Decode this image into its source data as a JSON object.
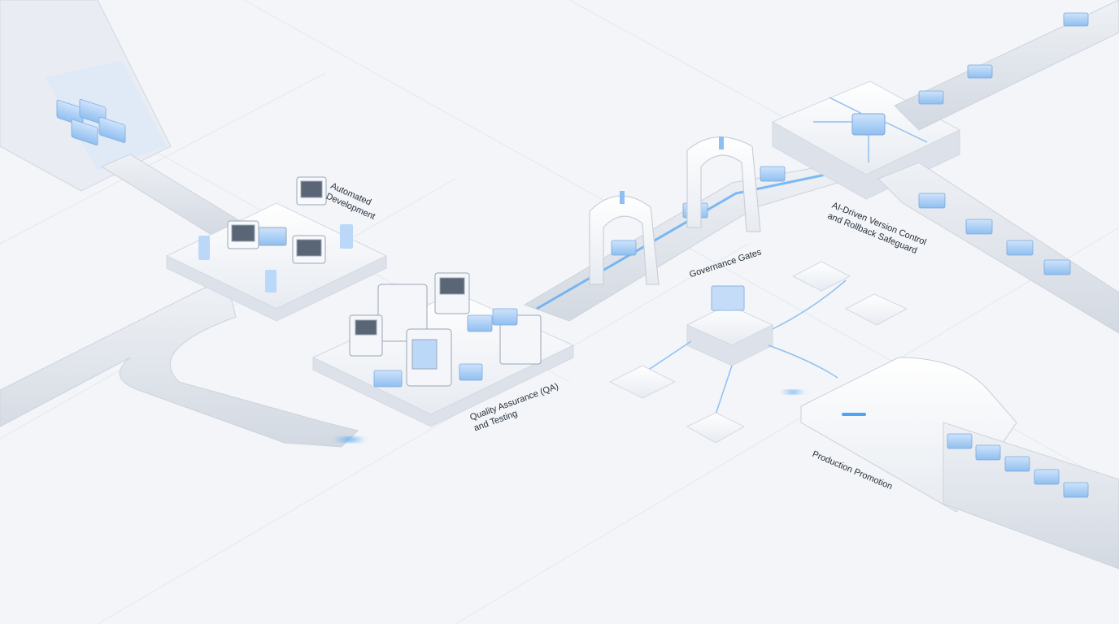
{
  "stages": {
    "development": {
      "line1": "Automated",
      "line2": "Development"
    },
    "qa": {
      "line1": "Quality Assurance (QA)",
      "line2": "and Testing"
    },
    "governance": {
      "line1": "Governance Gates"
    },
    "version_control": {
      "line1": "AI-Driven Version Control",
      "line2": "and Rollback Safeguard"
    },
    "production": {
      "line1": "Production Promotion"
    }
  },
  "colors": {
    "background": "#f3f5f8",
    "platform": "#ffffff",
    "conveyor": "#dfe3ea",
    "accent_blue": "#8fbff0",
    "glow_blue": "#4da3f5",
    "text": "#26303b"
  }
}
